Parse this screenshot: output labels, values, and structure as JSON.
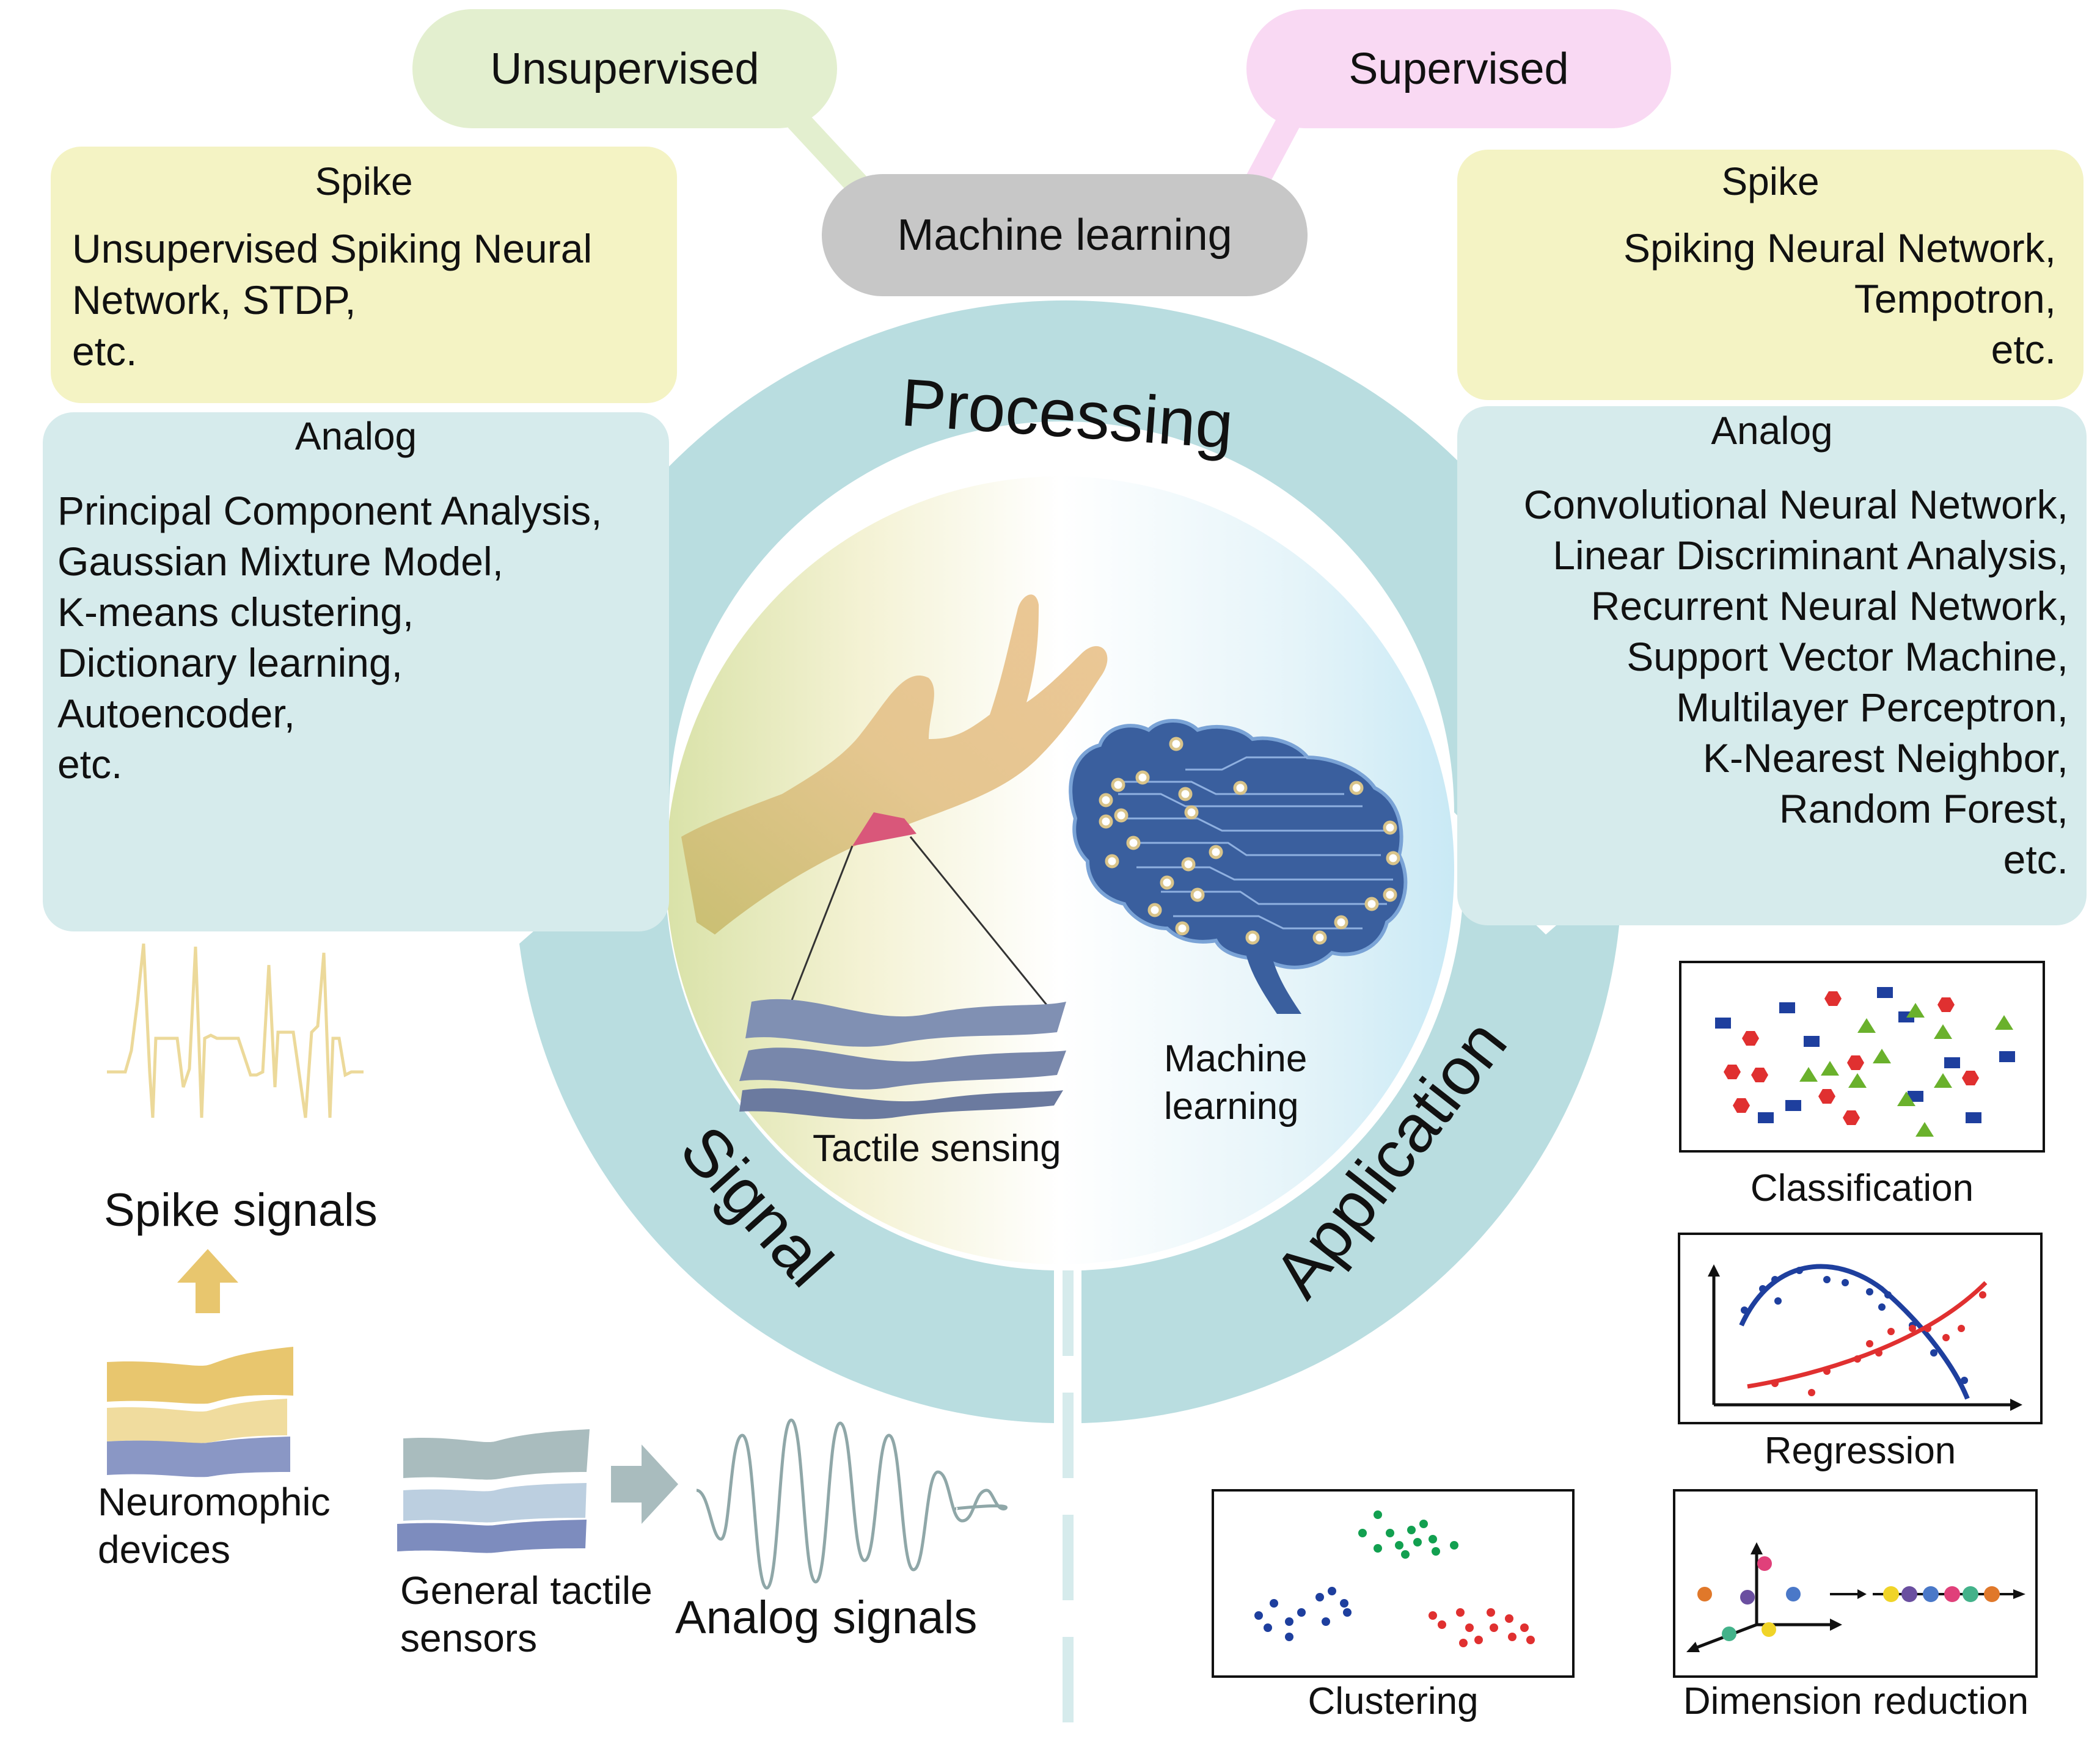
{
  "top": {
    "unsupervised": "Unsupervised",
    "supervised": "Supervised",
    "machine_learning": "Machine learning"
  },
  "left_spike": {
    "title": "Spike",
    "lines": [
      "Unsupervised Spiking Neural",
      "Network, STDP,",
      "etc."
    ]
  },
  "left_analog": {
    "title": "Analog",
    "lines": [
      "Principal Component Analysis,",
      "Gaussian Mixture Model,",
      "K-means clustering,",
      "Dictionary learning,",
      "Autoencoder,",
      "etc."
    ]
  },
  "right_spike": {
    "title": "Spike",
    "lines": [
      "Spiking Neural Network,",
      "Tempotron,",
      "etc."
    ]
  },
  "right_analog": {
    "title": "Analog",
    "lines": [
      "Convolutional Neural Network,",
      "Linear Discriminant Analysis,",
      "Recurrent Neural Network,",
      "Support Vector Machine,",
      "Multilayer Perceptron,",
      "K-Nearest Neighbor,",
      "Random Forest,",
      "etc."
    ]
  },
  "ring": {
    "processing": "Processing",
    "signal": "Signal",
    "application": "Application"
  },
  "center": {
    "tactile_sensing": "Tactile sensing",
    "machine_learning_1": "Machine",
    "machine_learning_2": "learning"
  },
  "left_bottom": {
    "spike_signals": "Spike signals",
    "neuromophic_1": "Neuromophic",
    "neuromophic_2": "devices",
    "general_1": "General tactile",
    "general_2": "sensors",
    "analog_signals": "Analog signals"
  },
  "applications": {
    "classification": "Classification",
    "regression": "Regression",
    "clustering": "Clustering",
    "dimension_reduction": "Dimension reduction"
  },
  "colors": {
    "ring": "#b9dde0",
    "spike_box": "#f4f3c4",
    "analog_box": "#d6ebec",
    "unsupervised_pill": "#e3efcf",
    "supervised_pill": "#f9d9f3",
    "ml_pill": "#c7c7c7",
    "brain": "#3a5f9e",
    "hand": "#e8c38e"
  }
}
